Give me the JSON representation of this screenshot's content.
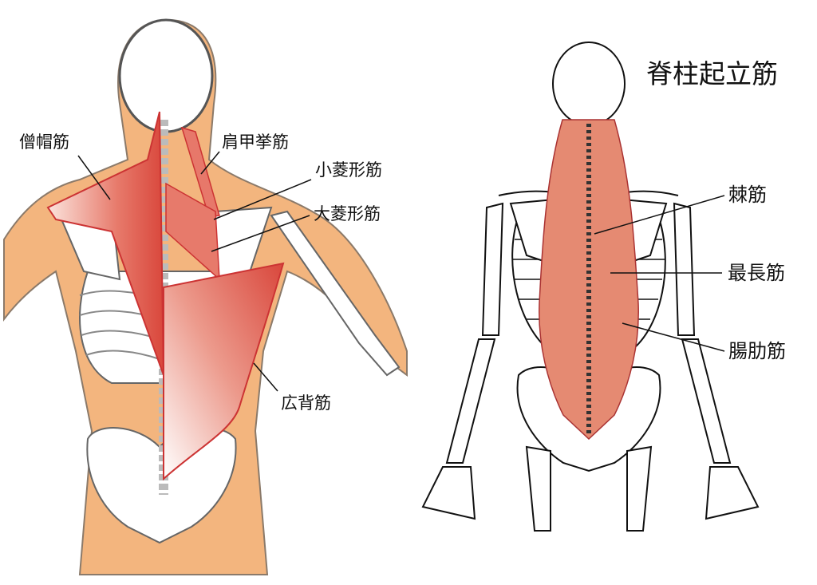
{
  "left_figure": {
    "labels": {
      "trapezius": "僧帽筋",
      "levator_scapulae": "肩甲挙筋",
      "rhomboid_minor": "小菱形筋",
      "rhomboid_major": "大菱形筋",
      "latissimus_dorsi": "広背筋"
    }
  },
  "right_figure": {
    "title": "脊柱起立筋",
    "labels": {
      "spinalis": "棘筋",
      "longissimus": "最長筋",
      "iliocostalis": "腸肋筋"
    }
  },
  "colors": {
    "skin": "#f3b57e",
    "muscle": "#e0564a",
    "muscle_light": "#f4c0b4",
    "outline": "#222222"
  }
}
